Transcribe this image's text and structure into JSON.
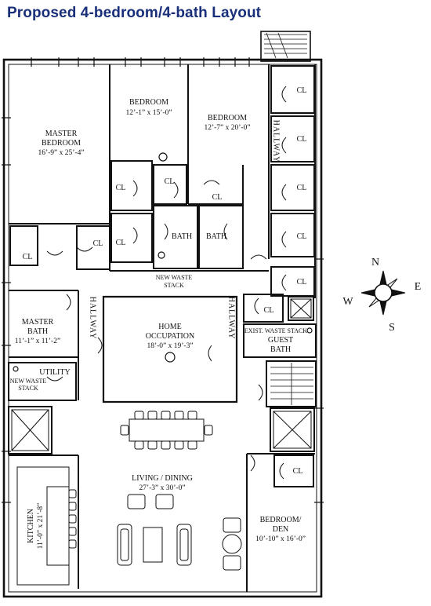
{
  "title": "Proposed 4-bedroom/4-bath Layout",
  "rooms": {
    "master_bedroom": {
      "name_line1": "MASTER",
      "name_line2": "BEDROOM",
      "dims": "16’-9” x 25’-4”"
    },
    "bedroom_1": {
      "name": "BEDROOM",
      "dims": "12’-1” x 15’-0”"
    },
    "bedroom_2": {
      "name": "BEDROOM",
      "dims": "12’-7” x 20’-0”"
    },
    "master_bath": {
      "name_line1": "MASTER",
      "name_line2": "BATH",
      "dims": "11’-1” x 11’-2”"
    },
    "home_occupation": {
      "name_line1": "HOME",
      "name_line2": "OCCUPATION",
      "dims": "18’-0” x 19’-3”"
    },
    "living_dining": {
      "name": "LIVING / DINING",
      "dims": "27’-3” x 30’-0”"
    },
    "kitchen": {
      "name": "KITCHEN",
      "dims": "11’-0” x 21’-8”"
    },
    "bedroom_den": {
      "name_line1": "BEDROOM/",
      "name_line2": "DEN",
      "dims": "10’-10” x 16’-0”"
    },
    "guest_bath": {
      "name_line1": "GUEST",
      "name_line2": "BATH"
    },
    "utility": {
      "name": "UTILITY"
    },
    "bath_1": {
      "name": "BATH"
    },
    "bath_2": {
      "name": "BATH"
    }
  },
  "closet_label": "CL",
  "hallway_label": "HALLWAY",
  "notes": {
    "new_waste_stack_top": [
      "NEW WASTE",
      "STACK"
    ],
    "new_waste_stack_left": [
      "NEW WASTE",
      "STACK"
    ],
    "exist_waste_stack": "EXIST. WASTE STACK"
  },
  "compass": {
    "n": "N",
    "s": "S",
    "e": "E",
    "w": "W"
  }
}
